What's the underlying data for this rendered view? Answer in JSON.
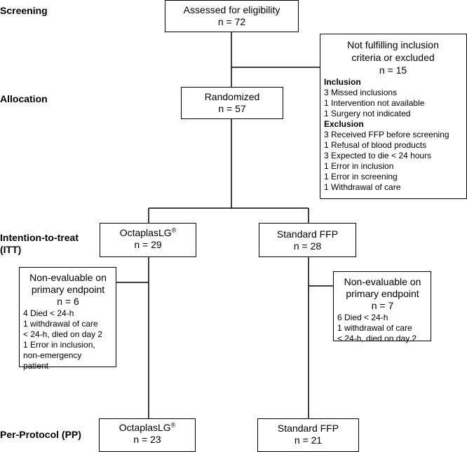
{
  "stages": {
    "screening": "Screening",
    "allocation": "Allocation",
    "itt_line1": "Intention-to-treat",
    "itt_line2": "(ITT)",
    "pp": "Per-Protocol (PP)"
  },
  "assessed": {
    "label": "Assessed for eligibility",
    "n": "n = 72"
  },
  "excluded": {
    "label_line1": "Not fulfilling inclusion",
    "label_line2": "criteria or excluded",
    "n": "n = 15",
    "inclusion_heading": "Inclusion",
    "inclusion_items": [
      "3 Missed inclusions",
      "1 Intervention not available",
      "1 Surgery not indicated"
    ],
    "exclusion_heading": "Exclusion",
    "exclusion_items": [
      "3 Received FFP before screening",
      "1 Refusal of blood products",
      "3 Expected to die < 24 hours",
      "1 Error in inclusion",
      "1 Error in screening",
      "1 Withdrawal of care"
    ]
  },
  "randomized": {
    "label": "Randomized",
    "n": "n = 57"
  },
  "itt_left": {
    "label": "OctaplasLG",
    "sup": "®",
    "n": "n = 29"
  },
  "itt_right": {
    "label": "Standard FFP",
    "n": "n = 28"
  },
  "nonevaluable_left": {
    "label_line1": "Non-evaluable on",
    "label_line2": "primary endpoint",
    "n": "n = 6",
    "items": [
      "4 Died < 24-h",
      "1 withdrawal of care",
      "< 24-h, died on day 2",
      "1 Error in inclusion,",
      "non-emergency",
      "patient"
    ]
  },
  "nonevaluable_right": {
    "label_line1": "Non-evaluable on",
    "label_line2": "primary endpoint",
    "n": "n = 7",
    "items": [
      "6 Died < 24-h",
      "1 withdrawal of care",
      "< 24-h, died on day 2"
    ]
  },
  "pp_left": {
    "label": "OctaplasLG",
    "sup": "®",
    "n": "n = 23"
  },
  "pp_right": {
    "label": "Standard FFP",
    "n": "n = 21"
  }
}
